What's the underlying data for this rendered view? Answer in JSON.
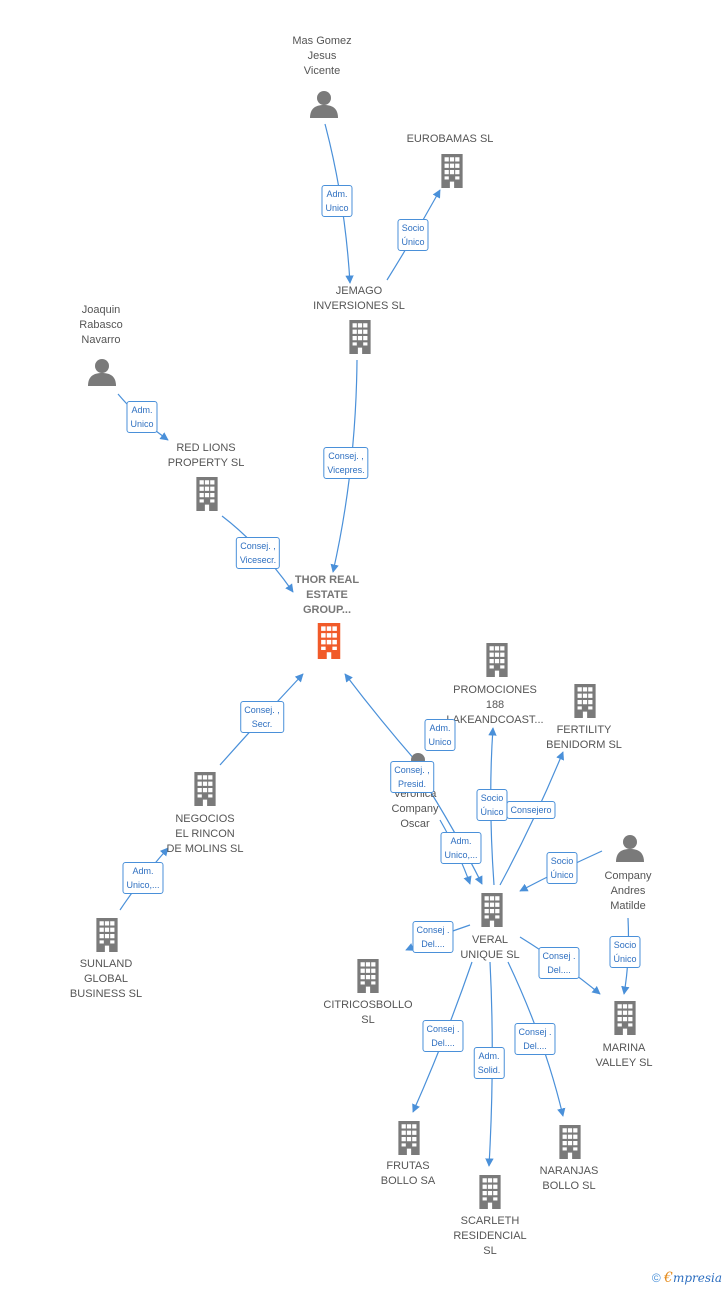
{
  "colors": {
    "edge": "#4a90d9",
    "building": "#7a7a7a",
    "building_main": "#f15a29",
    "person": "#7a7a7a"
  },
  "nodes": [
    {
      "id": "mas_gomez",
      "type": "person",
      "label": "Mas Gomez\nJesus\nVicente"
    },
    {
      "id": "eurobamas",
      "type": "company",
      "label": "EUROBAMAS SL"
    },
    {
      "id": "jemago",
      "type": "company",
      "label": "JEMAGO\nINVERSIONES SL"
    },
    {
      "id": "joaquin",
      "type": "person",
      "label": "Joaquin\nRabasco\nNavarro"
    },
    {
      "id": "red_lions",
      "type": "company",
      "label": "RED LIONS\nPROPERTY  SL"
    },
    {
      "id": "thor",
      "type": "main",
      "label": "THOR REAL\nESTATE\nGROUP..."
    },
    {
      "id": "promociones",
      "type": "company",
      "label": "PROMOCIONES\n188\nLAKEANDCOAST..."
    },
    {
      "id": "fertility",
      "type": "company",
      "label": "FERTILITY\nBENIDORM  SL"
    },
    {
      "id": "veronica",
      "type": "person",
      "label": "Veronica\nCompany\nOscar"
    },
    {
      "id": "company_andres",
      "type": "person",
      "label": "Company\nAndres\nMatilde"
    },
    {
      "id": "negocios",
      "type": "company",
      "label": "NEGOCIOS\nEL RINCON\nDE MOLINS  SL"
    },
    {
      "id": "sunland",
      "type": "company",
      "label": "SUNLAND\nGLOBAL\nBUSINESS  SL"
    },
    {
      "id": "veral",
      "type": "company",
      "label": "VERAL\nUNIQUE  SL"
    },
    {
      "id": "citricos",
      "type": "company",
      "label": "CITRICOSBOLLO\nSL"
    },
    {
      "id": "marina",
      "type": "company",
      "label": "MARINA\nVALLEY  SL"
    },
    {
      "id": "frutas",
      "type": "company",
      "label": "FRUTAS\nBOLLO SA"
    },
    {
      "id": "scarleth",
      "type": "company",
      "label": "SCARLETH\nRESIDENCIAL\nSL"
    },
    {
      "id": "naranjas",
      "type": "company",
      "label": "NARANJAS\nBOLLO SL"
    }
  ],
  "relations": [
    {
      "id": "r1",
      "label": "Adm.\nUnico"
    },
    {
      "id": "r2",
      "label": "Socio\nÚnico"
    },
    {
      "id": "r3",
      "label": "Adm.\nUnico"
    },
    {
      "id": "r4",
      "label": "Consej. ,\nVicepres."
    },
    {
      "id": "r5",
      "label": "Consej. ,\nVicesecr."
    },
    {
      "id": "r6",
      "label": "Consej. ,\nSecr."
    },
    {
      "id": "r7",
      "label": "Adm.\nUnico,..."
    },
    {
      "id": "r8",
      "label": "Adm.\nUnico"
    },
    {
      "id": "r9",
      "label": "Consej. ,\nPresid."
    },
    {
      "id": "r10",
      "label": "Socio\nÚnico"
    },
    {
      "id": "r11",
      "label": "Consejero"
    },
    {
      "id": "r12",
      "label": "Adm.\nUnico,..."
    },
    {
      "id": "r13",
      "label": "Socio\nÚnico"
    },
    {
      "id": "r14",
      "label": "Consej .\nDel...."
    },
    {
      "id": "r15",
      "label": "Consej .\nDel...."
    },
    {
      "id": "r16",
      "label": "Socio\nÚnico"
    },
    {
      "id": "r17",
      "label": "Consej .\nDel...."
    },
    {
      "id": "r18",
      "label": "Adm.\nSolid."
    },
    {
      "id": "r19",
      "label": "Consej .\nDel...."
    }
  ],
  "footer": {
    "copyright": "©",
    "brand_initial": "€",
    "brand_rest": "mpresia"
  }
}
